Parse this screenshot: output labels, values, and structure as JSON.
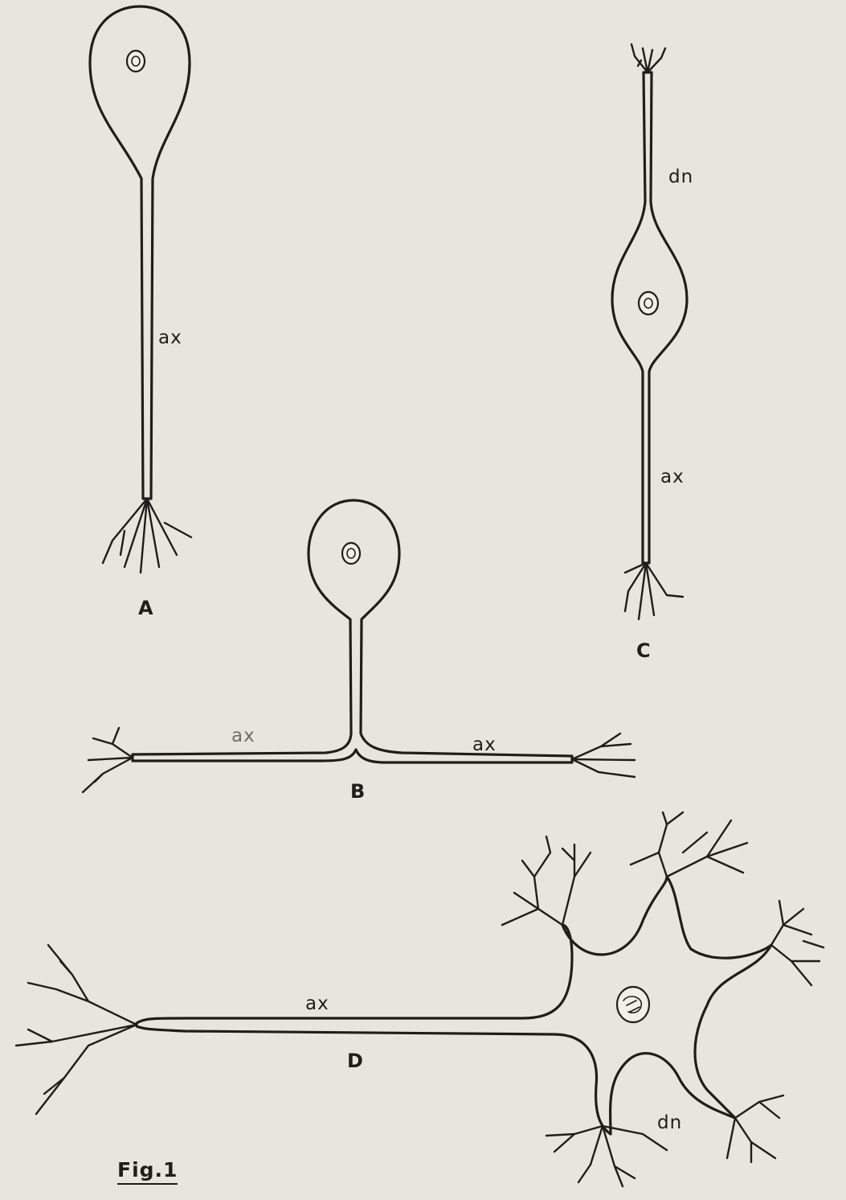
{
  "figure": {
    "caption": "Fig.1",
    "neurons": [
      {
        "id": "A",
        "label": "A",
        "process_labels": [
          "ax"
        ]
      },
      {
        "id": "B",
        "label": "B",
        "process_labels": [
          "ax",
          "ax"
        ]
      },
      {
        "id": "C",
        "label": "C",
        "process_labels": [
          "dn",
          "ax"
        ]
      },
      {
        "id": "D",
        "label": "D",
        "process_labels": [
          "ax",
          "dn"
        ]
      }
    ]
  }
}
